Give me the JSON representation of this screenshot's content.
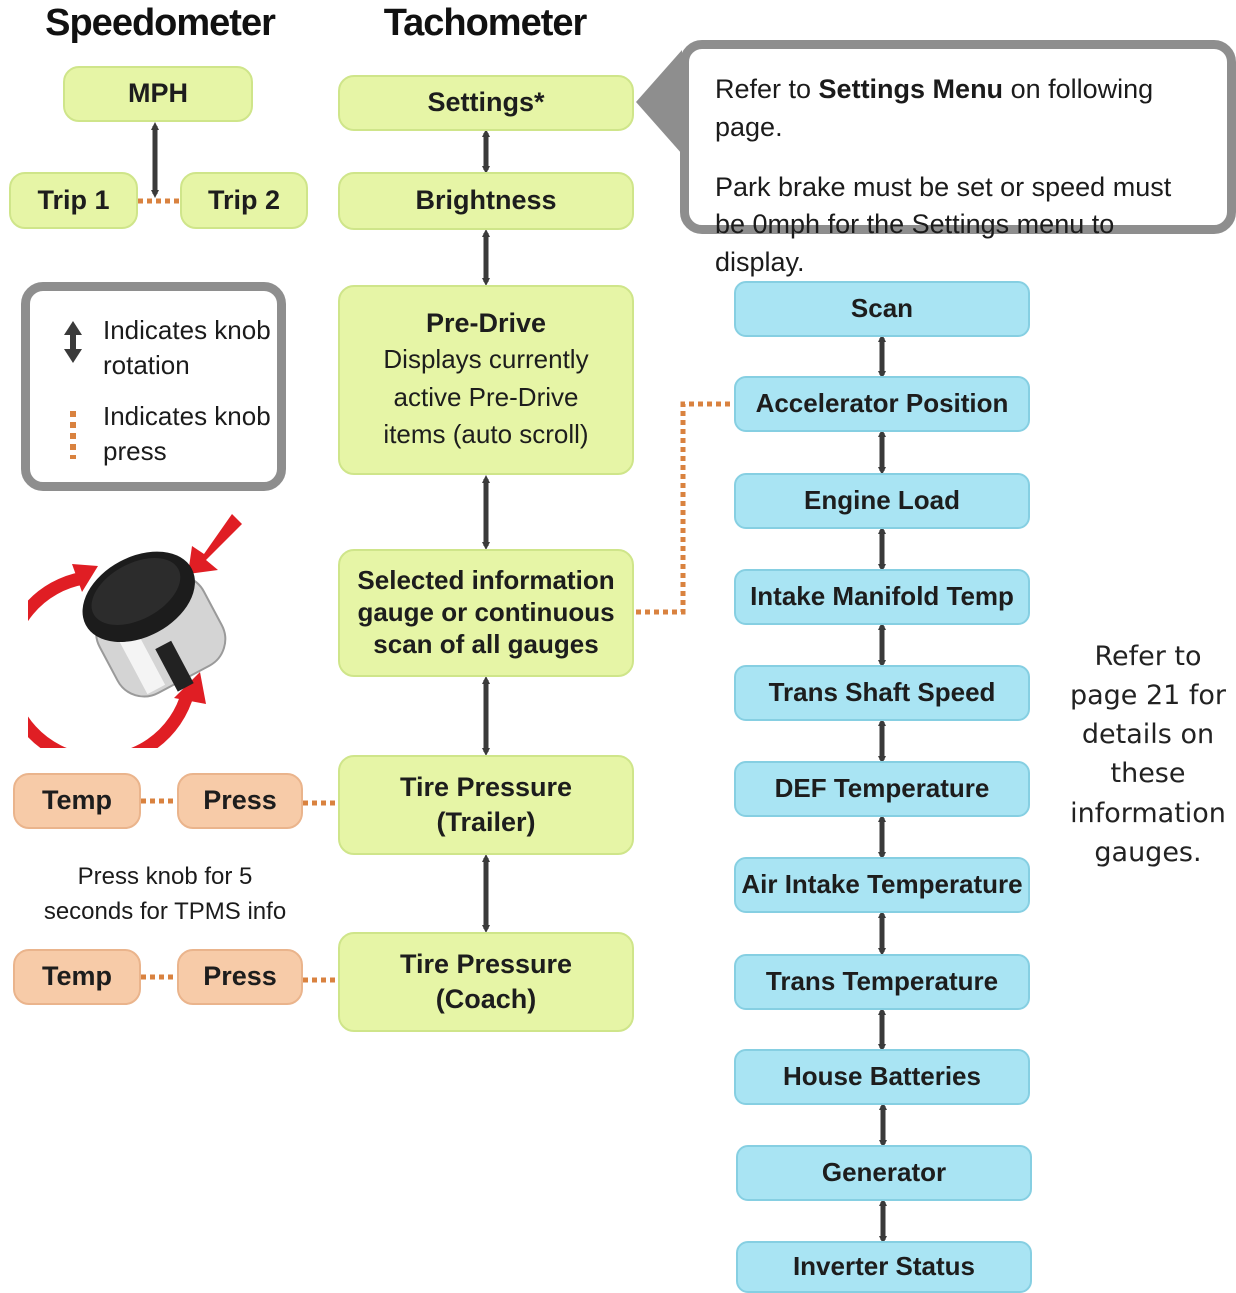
{
  "headings": {
    "speedometer": "Speedometer",
    "tachometer": "Tachometer"
  },
  "speedometer": {
    "mph": "MPH",
    "trip1": "Trip 1",
    "trip2": "Trip 2"
  },
  "legend": {
    "rotation": "Indicates knob rotation",
    "press": "Indicates knob press"
  },
  "tachometer": {
    "settings": "Settings*",
    "brightness": "Brightness",
    "predrive_title": "Pre-Drive",
    "predrive_desc": "Displays currently active Pre-Drive items (auto scroll)",
    "selected_info": "Selected information gauge or continuous scan of all gauges",
    "tire_trailer_title": "Tire Pressure",
    "tire_trailer_sub": "(Trailer)",
    "tire_coach_title": "Tire Pressure",
    "tire_coach_sub": "(Coach)"
  },
  "callout": {
    "line1_prefix": "Refer to ",
    "line1_bold": "Settings Menu",
    "line1_suffix": " on following page.",
    "line2": "Park brake must be set or speed must be 0mph for the Settings menu to display."
  },
  "tpms": {
    "trailer_temp": "Temp",
    "trailer_press": "Press",
    "coach_temp": "Temp",
    "coach_press": "Press",
    "note": "Press knob for 5 seconds for TPMS info"
  },
  "gauges": [
    "Scan",
    "Accelerator Position",
    "Engine Load",
    "Intake Manifold Temp",
    "Trans Shaft Speed",
    "DEF Temperature",
    "Air Intake Temperature",
    "Trans Temperature",
    "House Batteries",
    "Generator",
    "Inverter Status"
  ],
  "side_note": "Refer to page 21 for details on these information gauges.",
  "colors": {
    "tach_box": "#e6f5a6",
    "gauge_box": "#a9e4f3",
    "tpms_box": "#f7cba8",
    "rotation_arrow": "#3a3a3a",
    "press_dots": "#d9823f",
    "frame": "#8e8e8e",
    "knob_arrow": "#e01e24"
  }
}
